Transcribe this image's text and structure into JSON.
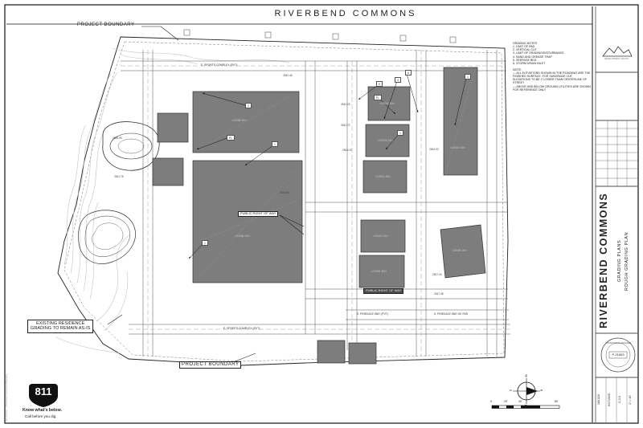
{
  "sheet": {
    "title": "RIVERBEND COMMONS",
    "project_boundary_top": "PROJECT BOUNDARY",
    "project_boundary_bottom": "PROJECT BOUNDARY",
    "existing_residence_line1": "EXISTING RESIDENCE",
    "existing_residence_line2": "GRADING TO REMAIN AS-IS",
    "public_right_of_way_1": "PUBLIC RIGHT OF WAY",
    "public_right_of_way_2": "PUBLIC RIGHT OF WAY",
    "file_note": "File Location: ...\\Riverbend Commons\\CAD\\Grading"
  },
  "grading_notes": {
    "heading": "GRADING NOTES",
    "items": [
      "1.   LIMIT OF PAD",
      "2.   VERTICAL CUT",
      "3.   LIMIT OF GRADING/DISTURBANCE",
      "4.   SAND AND GREASE TRAP",
      "5.   SEEPAGE BED",
      "6.   STORM DRAIN INLET"
    ],
    "note_heading": "NOTE:",
    "notes": [
      "—   ALL ELEVATIONS SHOWN IN THE ROADWAY ARE THE FINISHED SURFACE. FOR SUBGRADE CUT, ELEVATIONS TO BE 2' LOWER THAN CENTERLINE OF STREET",
      "—   ABOVE AND BELOW GROUND UTILITIES ARE SHOWN FOR REFERENCE ONLY"
    ]
  },
  "keynotes": {
    "n1": "1",
    "n2": "2",
    "n4": "4",
    "n5": "5",
    "n6": "6",
    "pl": "PL"
  },
  "streets": {
    "top": "E. SPORTS COMPLEX (PVT)",
    "bottom": "E. SPORTS COMPLEX (PVT)",
    "pinedale_pvt": "S. PINEDALE WAY (PVT)",
    "pinedale_rw": "S. PINEDALE WAY 50' R/W"
  },
  "elevations": {
    "e1": "2542.15",
    "e2": "2542.70",
    "e3": "2543.20",
    "e4": "2544.00",
    "e5": "2544.65",
    "e6": "2541.78",
    "e7": "2539.95",
    "e8": "2547.04",
    "e9": "2547.48",
    "e10": "2542.48"
  },
  "pads": {
    "p_large_top": "<2538.50>",
    "p_large_bottom": "<2536.00>",
    "p_m1": "<2534.50>",
    "p_m2": "<2533.00>",
    "p_m3": "<2531.50>",
    "p_m4": "<2542.00>",
    "p_m5": "<2540.50>",
    "p_tall": "<2539.00>",
    "p_slant": "<2546.00>"
  },
  "title_block": {
    "project": "RIVERBEND COMMONS",
    "set_title": "GRADING PLANS",
    "sheet_title": "ROUGH GRADING PLAN",
    "logo_caption": "DEVELOPMENT GROUP",
    "stamp_top": "PROFESSIONAL ENGINEER",
    "stamp_number": "P-21653",
    "job_number": "160.020",
    "date": "6/17/2025",
    "sheet_number": "C-3.0",
    "scale": "1\" = 40'"
  },
  "call811": {
    "number": "811",
    "line1": "Know what's below.",
    "line2": "Call before you dig."
  },
  "compass": {
    "n": "N",
    "s": "S",
    "e": "E",
    "w": "W"
  },
  "scale_bar": {
    "t0": "0",
    "t20": "20'",
    "t40": "40'",
    "t80": "80'"
  }
}
